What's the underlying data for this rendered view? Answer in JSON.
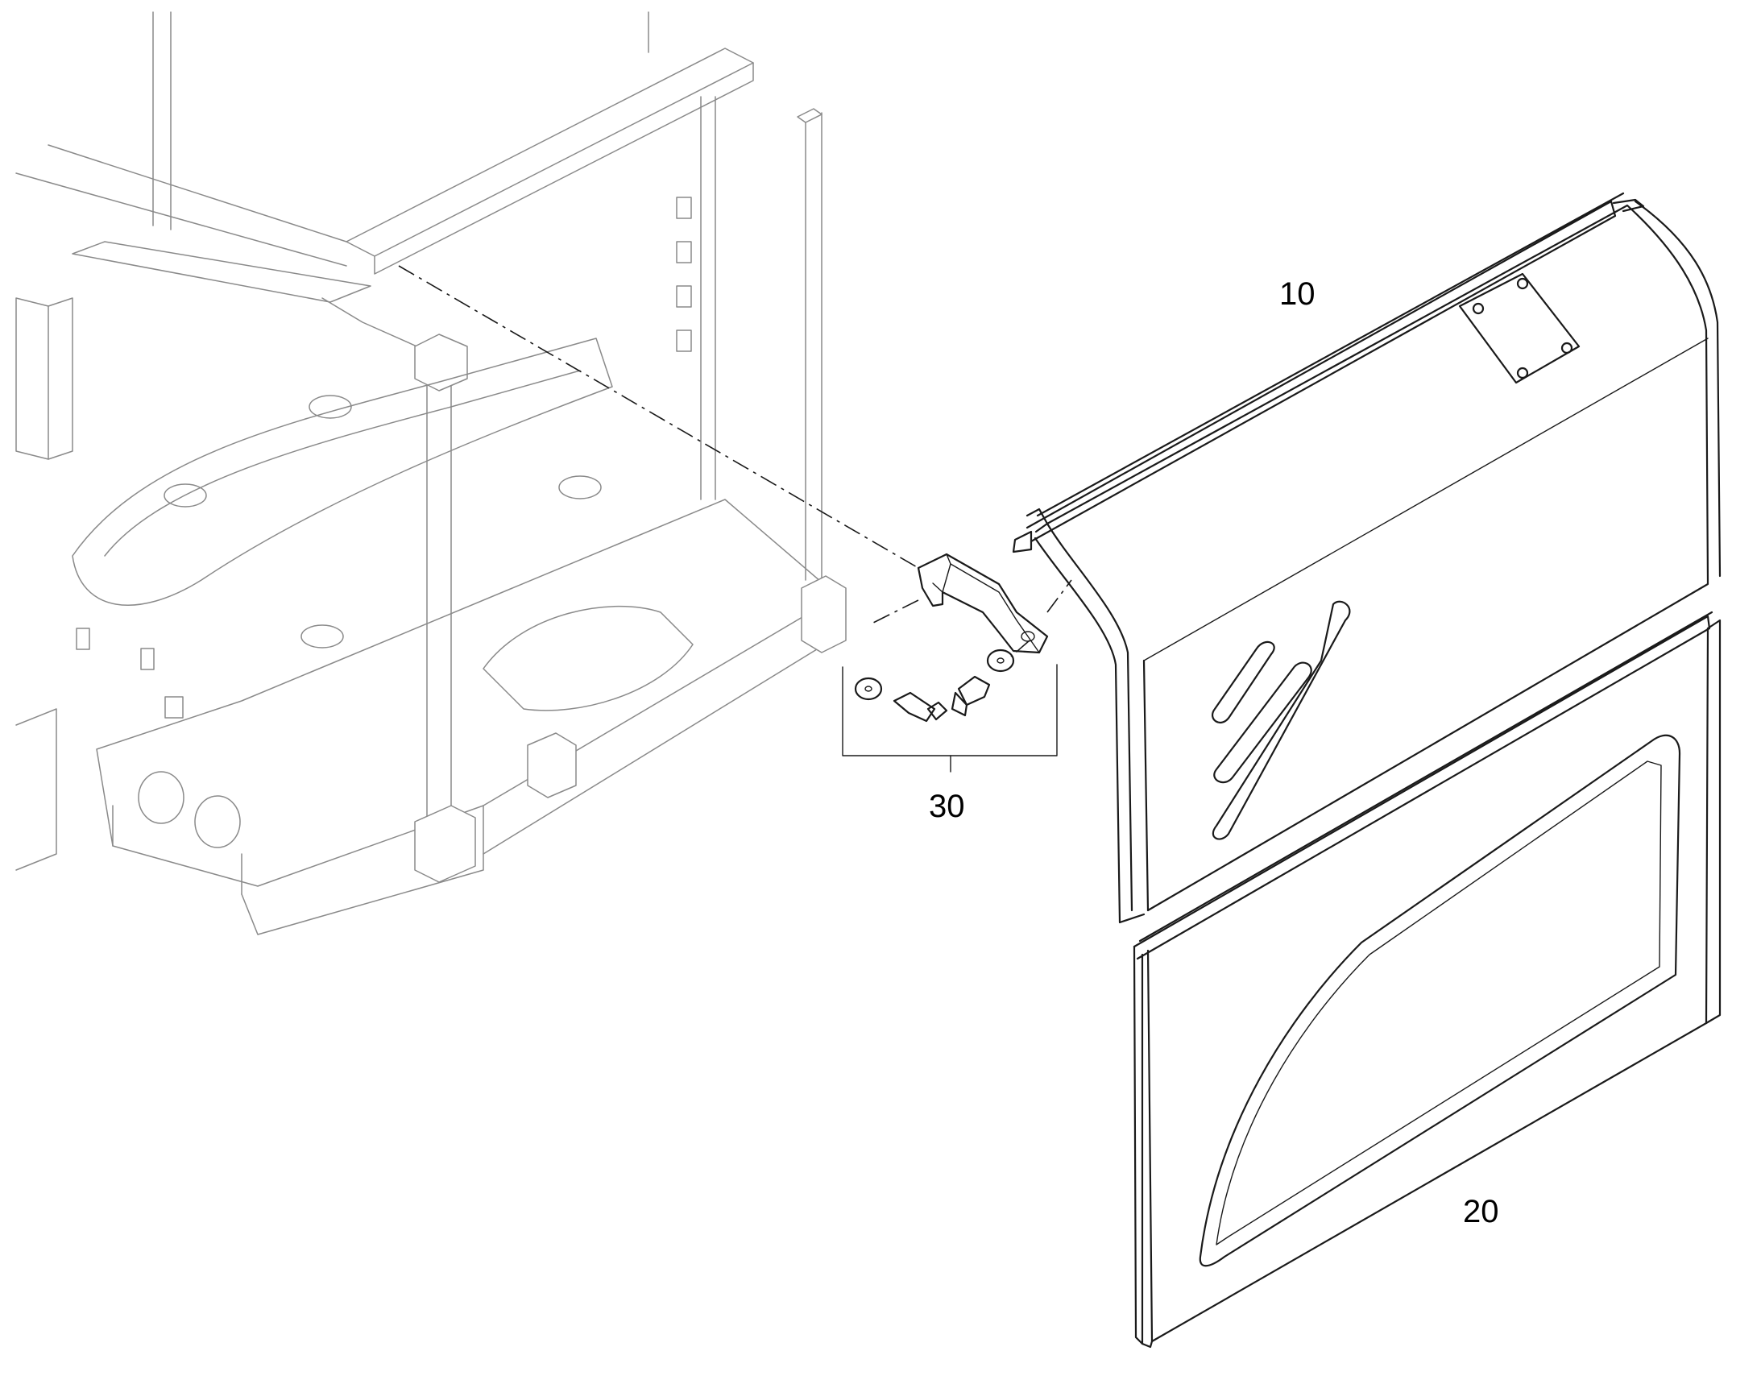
{
  "callouts": {
    "part_10": "10",
    "part_20": "20",
    "part_30": "30"
  },
  "parts": [
    {
      "number": "10",
      "icon": "upper-side-panel-icon"
    },
    {
      "number": "20",
      "icon": "lower-side-panel-window-icon"
    },
    {
      "number": "30",
      "icon": "bracket-hardware-kit-icon"
    }
  ],
  "colors": {
    "line": "#1a1a1a",
    "context_line": "#8a8a8a",
    "background": "#ffffff"
  }
}
